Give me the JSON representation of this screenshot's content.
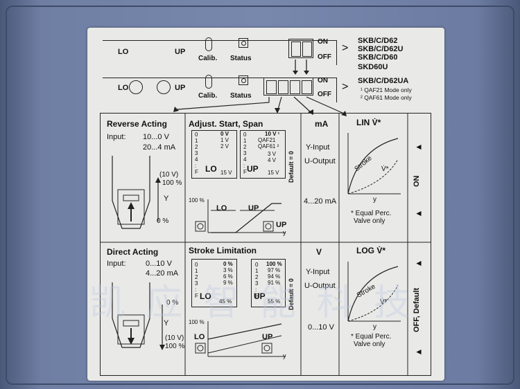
{
  "row1": {
    "lo": "LO",
    "up": "UP",
    "calib": "Calib.",
    "status": "Status",
    "on": "ON",
    "off": "OFF",
    "models": [
      "SKB/C/D62",
      "SKB/C/D62U",
      "SKB/C/D60",
      "SKD60U"
    ]
  },
  "row2": {
    "lo": "LO",
    "up": "UP",
    "calib": "Calib.",
    "status": "Status",
    "on": "ON",
    "off": "OFF",
    "model": "SKB/C/D62UA",
    "note1": "¹ QAF21 Mode only",
    "note2": "² QAF61 Mode only"
  },
  "reverse": {
    "title": "Reverse Acting",
    "input_label": "Input:",
    "input_v": "10...0 V",
    "input_ma": "20...4 mA",
    "top1": "(10 V)",
    "top2": "100 %",
    "y": "Y",
    "bottom": "0 %"
  },
  "adjust": {
    "title": "Adjust. Start, Span",
    "lo_rows": [
      "0",
      "1",
      "2",
      "3",
      "4",
      "F"
    ],
    "lo_vals": [
      "0 V",
      "1 V",
      "2 V",
      "15 V"
    ],
    "up_rows": [
      "0",
      "1",
      "2",
      "3",
      "4",
      "F"
    ],
    "up_vals": [
      "10 V ¹",
      "QAF21",
      "QAF61 ²",
      "3 V",
      "4 V",
      "15 V"
    ],
    "lo": "LO",
    "up": "UP",
    "default": "Default = 0",
    "g_100": "100 %",
    "g_lo": "LO",
    "g_up": "UP",
    "g_y": "y"
  },
  "ma": {
    "title": "mA",
    "yinput": "Y-Input",
    "uoutput": "U-Output",
    "range": "4...20 mA"
  },
  "lin": {
    "title": "LIN V̇*",
    "stroke": "Stroke",
    "v": "V̇*",
    "y": "y",
    "note1": "* Equal Perc.",
    "note2": "Valve only"
  },
  "side_top": {
    "on": "ON"
  },
  "direct": {
    "title": "Direct Acting",
    "input_label": "Input:",
    "input_v": "0...10 V",
    "input_ma": "4...20 mA",
    "top": "0 %",
    "y": "Y",
    "bottom1": "(10 V)",
    "bottom2": "100 %"
  },
  "stroke": {
    "title": "Stroke Limitation",
    "lo_rows": [
      "0",
      "1",
      "2",
      "3",
      "F"
    ],
    "lo_vals": [
      "0 %",
      "3 %",
      "6 %",
      "9 %",
      "45 %"
    ],
    "up_rows": [
      "0",
      "1",
      "2",
      "3",
      "F"
    ],
    "up_vals": [
      "100 %",
      "97 %",
      "94 %",
      "91 %",
      "55 %"
    ],
    "lo": "LO",
    "up": "UP",
    "default": "Default = 0",
    "g_100": "100 %",
    "g_lo": "LO",
    "g_up": "UP",
    "g_y": "y"
  },
  "v": {
    "title": "V",
    "yinput": "Y-Input",
    "uoutput": "U-Output",
    "range": "0...10 V"
  },
  "log": {
    "title": "LOG V̇*",
    "stroke": "Stroke",
    "v": "V̇*",
    "y": "y",
    "note1": "* Equal Perc.",
    "note2": "Valve only"
  },
  "side_bottom": {
    "off": "OFF, Default"
  },
  "watermark": "凯应智能科技"
}
